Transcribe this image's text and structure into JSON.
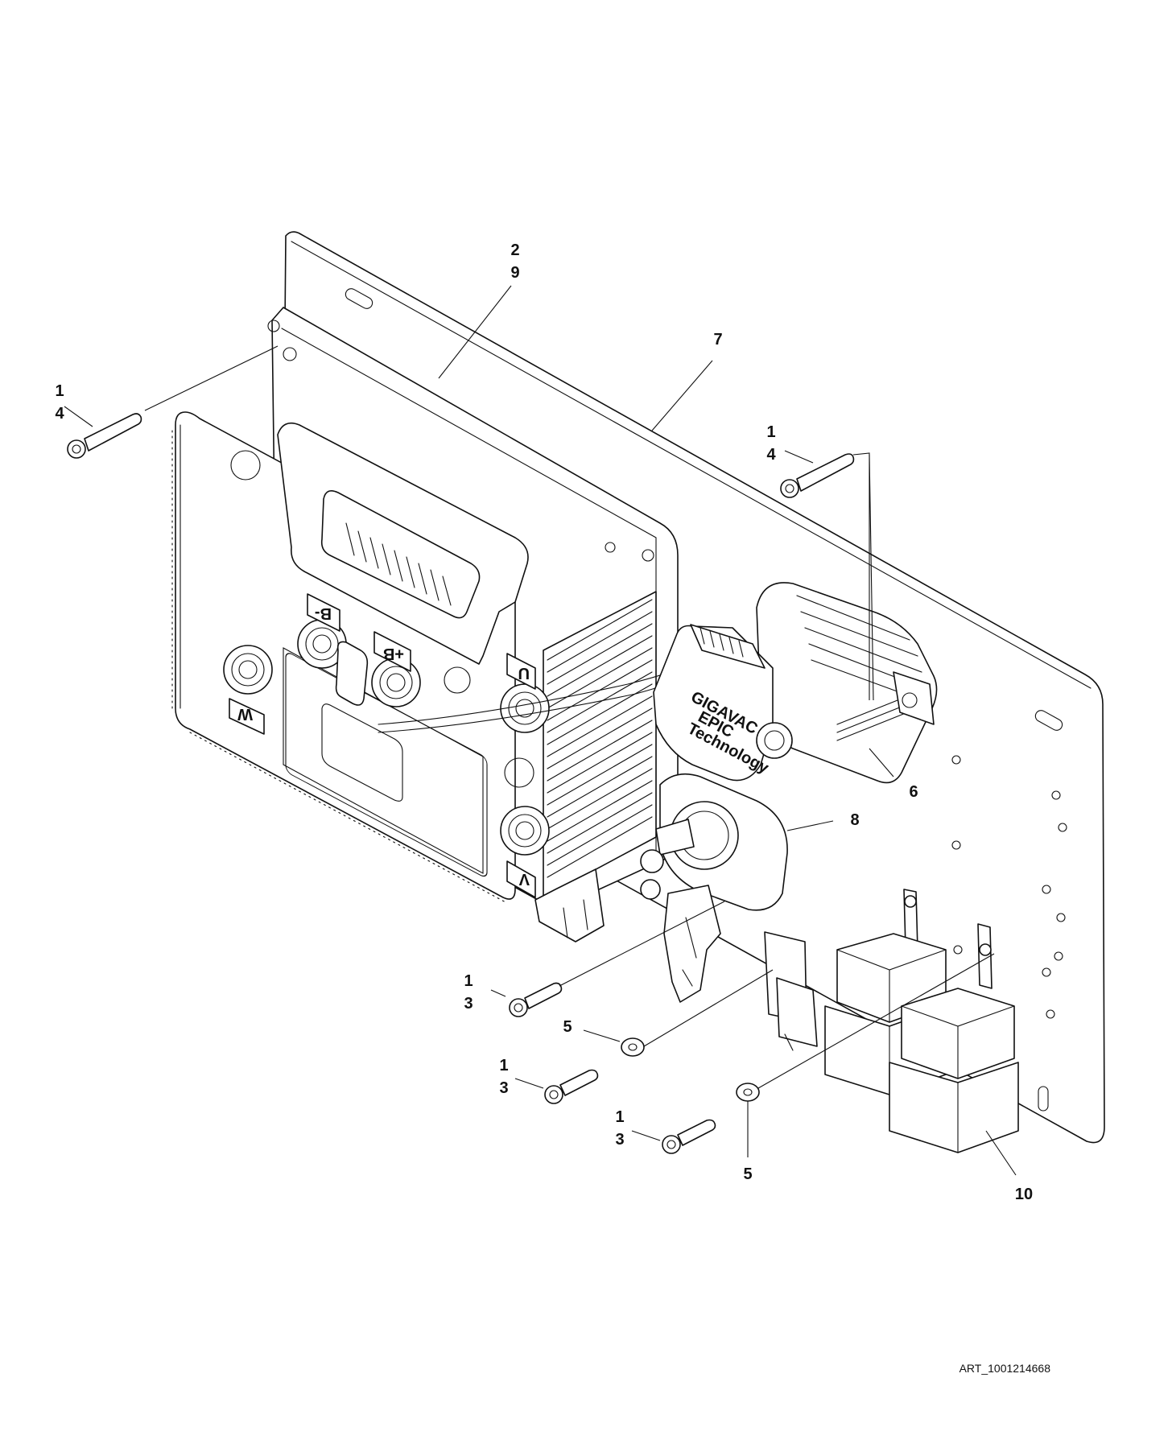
{
  "diagram": {
    "callouts": [
      {
        "id": "c-2-9",
        "lines": [
          "2",
          "9"
        ]
      },
      {
        "id": "c-7",
        "lines": [
          "7"
        ]
      },
      {
        "id": "c-1-4-left",
        "lines": [
          "1",
          "4"
        ]
      },
      {
        "id": "c-1-4-right",
        "lines": [
          "1",
          "4"
        ]
      },
      {
        "id": "c-6",
        "lines": [
          "6"
        ]
      },
      {
        "id": "c-8",
        "lines": [
          "8"
        ]
      },
      {
        "id": "c-1-3-a",
        "lines": [
          "1",
          "3"
        ]
      },
      {
        "id": "c-5-upper",
        "lines": [
          "5"
        ]
      },
      {
        "id": "c-1-3-b",
        "lines": [
          "1",
          "3"
        ]
      },
      {
        "id": "c-1-3-c",
        "lines": [
          "1",
          "3"
        ]
      },
      {
        "id": "c-5-lower",
        "lines": [
          "5"
        ]
      },
      {
        "id": "c-10",
        "lines": [
          "10"
        ]
      }
    ],
    "terminal_labels": {
      "b_minus": "B-",
      "b_plus": "+B",
      "w": "W",
      "u": "U",
      "v": "V"
    },
    "logo": {
      "brand": "GIGAVAC",
      "sub1": "EPIC",
      "sub2": "Technology"
    },
    "art_id": "ART_1001214668"
  }
}
